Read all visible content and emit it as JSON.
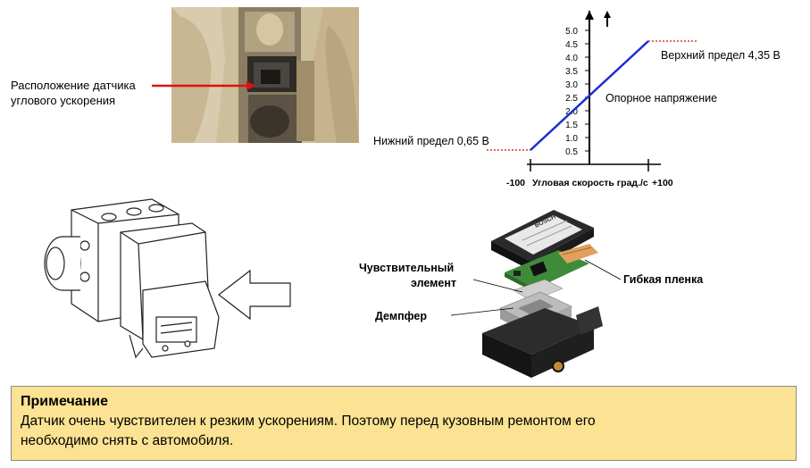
{
  "photo": {
    "label_line1": "Расположение датчика",
    "label_line2": "углового ускорения"
  },
  "graph": {
    "y_ticks": [
      "5.0",
      "4.5",
      "4.0",
      "3.5",
      "3.0",
      "2.5",
      "2.0",
      "1.5",
      "1.0",
      "0.5"
    ],
    "x_left": "-100",
    "x_label": "Угловая скорость град./с",
    "x_right": "+100",
    "upper_limit": "Верхний предел 4,35 В",
    "reference": "Опорное напряжение",
    "lower_limit": "Нижний предел 0,65 В"
  },
  "sensor": {
    "label_sensitive_1": "Чувствительный",
    "label_sensitive_2": "элемент",
    "label_damper": "Демпфер",
    "label_film": "Гибкая пленка",
    "brand": "BOSCH"
  },
  "note": {
    "title": "Примечание",
    "line1": "Датчик очень чувствителен к резким ускорениям. Поэтому перед кузовным ремонтом его",
    "line2": "необходимо снять с автомобиля."
  },
  "colors": {
    "line": "#1d2ccf",
    "limit": "#d23a2a",
    "arrow": "#e01010",
    "note_bg": "#fbe393"
  }
}
